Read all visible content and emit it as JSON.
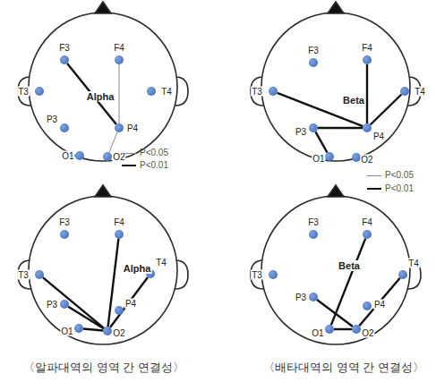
{
  "diagram": {
    "nodes": [
      {
        "text": [
          "F3"
        ]
      },
      {
        "text": [
          "F4"
        ]
      },
      {
        "text": [
          "T3"
        ]
      },
      {
        "text": [
          "T4"
        ]
      },
      {
        "text": [
          "P3"
        ]
      },
      {
        "text": [
          "P4"
        ]
      },
      {
        "text": [
          "O1"
        ]
      },
      {
        "text": [
          "O2"
        ]
      },
      {
        "text": [
          "F3"
        ]
      },
      {
        "text": [
          "F4"
        ]
      },
      {
        "text": [
          "T3"
        ]
      },
      {
        "text": [
          "T4"
        ]
      },
      {
        "text": [
          "P3"
        ]
      },
      {
        "text": [
          "P4"
        ]
      },
      {
        "text": [
          "O1"
        ]
      },
      {
        "text": [
          "O2"
        ]
      },
      {
        "text": [
          "F3"
        ]
      },
      {
        "text": [
          "F4"
        ]
      },
      {
        "text": [
          "T3"
        ]
      },
      {
        "text": [
          "T4"
        ]
      },
      {
        "text": [
          "P3"
        ]
      },
      {
        "text": [
          "P4"
        ]
      },
      {
        "text": [
          "O1"
        ]
      },
      {
        "text": [
          "O2"
        ]
      },
      {
        "text": [
          "F3"
        ]
      },
      {
        "text": [
          "F4"
        ]
      },
      {
        "text": [
          "T3"
        ]
      },
      {
        "text": [
          "T4"
        ]
      },
      {
        "text": [
          "P3"
        ]
      },
      {
        "text": [
          "P4"
        ]
      },
      {
        "text": [
          "O1"
        ]
      },
      {
        "text": [
          "O2"
        ]
      }
    ],
    "edges": [
      {
        "from": 0,
        "to": 5,
        "arrow": "none"
      },
      {
        "from": 1,
        "to": 5,
        "arrow": "none"
      },
      {
        "from": 5,
        "to": 7,
        "arrow": "none"
      },
      {
        "from": 10,
        "to": 13,
        "arrow": "none"
      },
      {
        "from": 9,
        "to": 13,
        "arrow": "none"
      },
      {
        "from": 11,
        "to": 13,
        "arrow": "none"
      },
      {
        "from": 12,
        "to": 13,
        "arrow": "none"
      },
      {
        "from": 12,
        "to": 14,
        "arrow": "none"
      },
      {
        "from": 18,
        "to": 23,
        "arrow": "none"
      },
      {
        "from": 20,
        "to": 23,
        "arrow": "none"
      },
      {
        "from": 17,
        "to": 23,
        "arrow": "none"
      },
      {
        "from": 19,
        "to": 23,
        "arrow": "none"
      },
      {
        "from": 22,
        "to": 23,
        "arrow": "none"
      },
      {
        "from": 25,
        "to": 30,
        "arrow": "none"
      },
      {
        "from": 27,
        "to": 31,
        "arrow": "none"
      },
      {
        "from": 28,
        "to": 31,
        "arrow": "none"
      },
      {
        "from": 30,
        "to": 31,
        "arrow": "none"
      }
    ],
    "labels": [
      "Alpha",
      "Beta",
      "Alpha",
      "Beta",
      "〈알파대역의 영역 간 연결성〉",
      "〈배타대역의 영역 간 연결성〉"
    ],
    "legend": [
      {
        "text": "P<0.05"
      },
      {
        "text": "P<0.01"
      },
      {
        "text": "P<0.05"
      },
      {
        "text": "P<0.01"
      }
    ]
  }
}
